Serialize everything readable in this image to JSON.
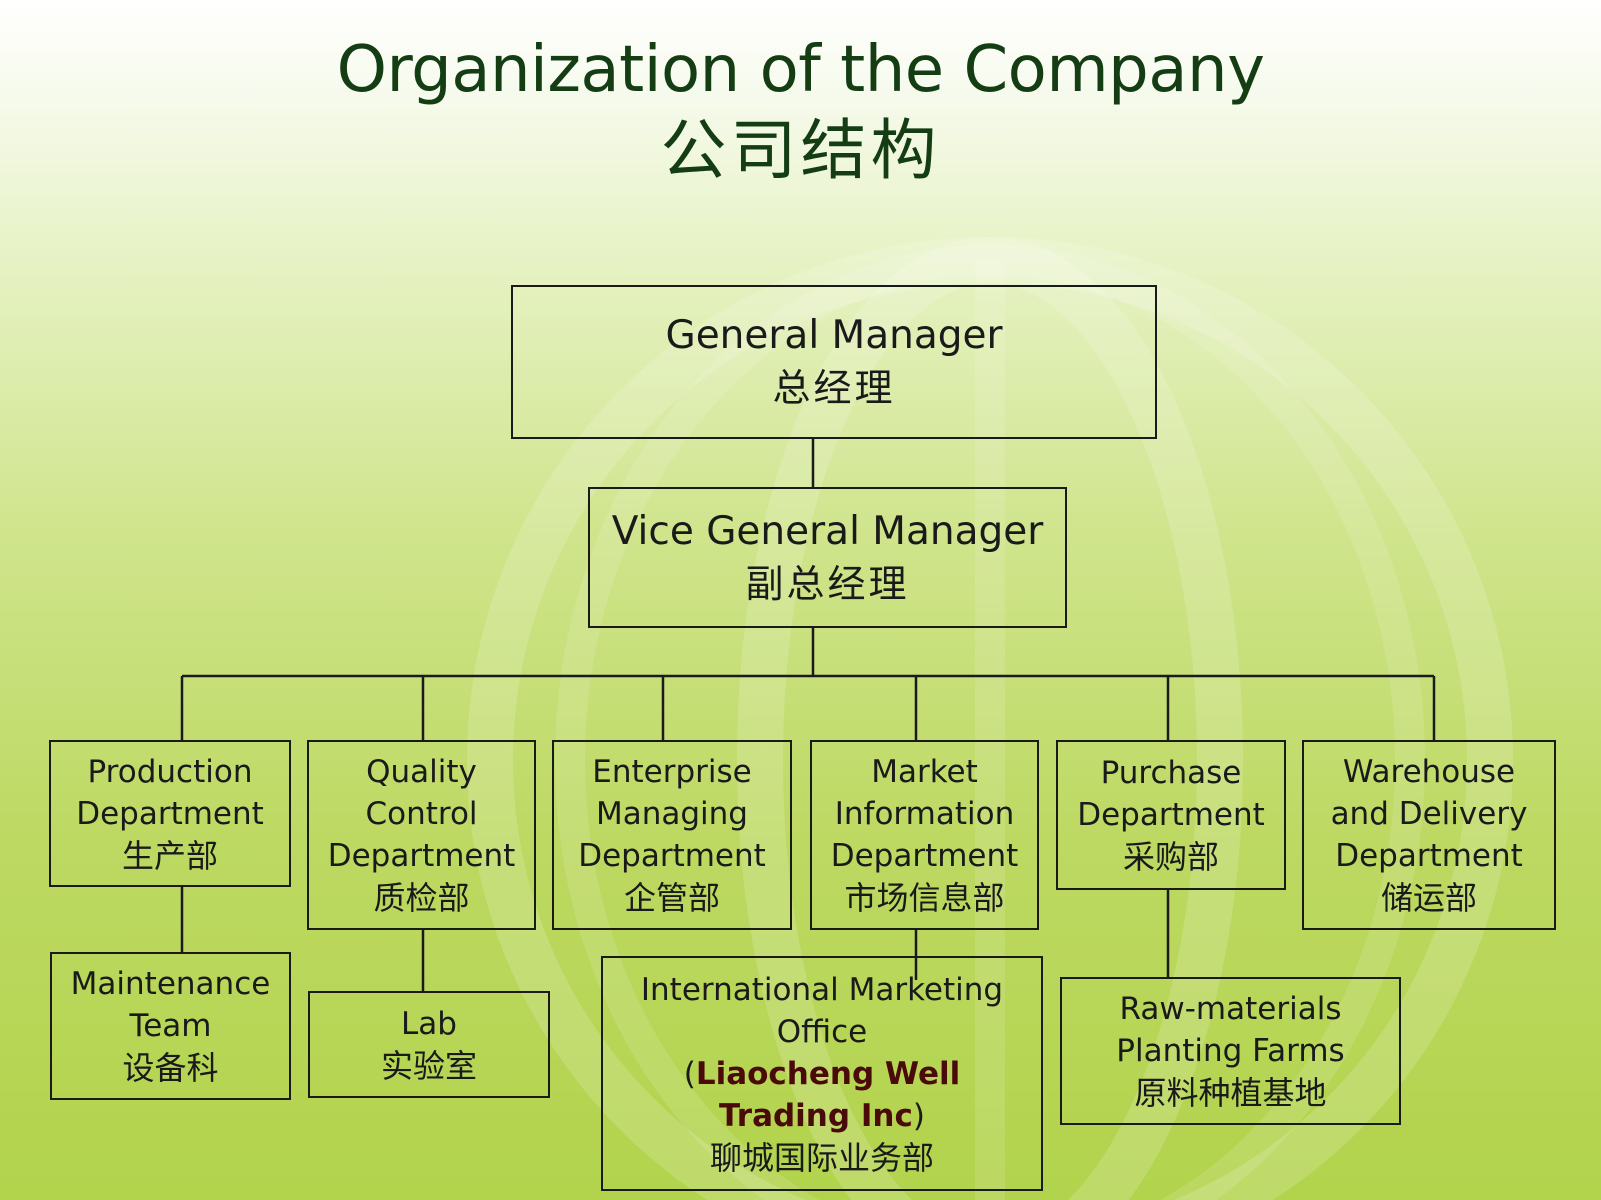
{
  "title": {
    "english": "Organization of the Company",
    "chinese": "公司结构"
  },
  "nodes": {
    "general_manager": {
      "en": "General Manager",
      "zh": "总经理"
    },
    "vice_general_manager": {
      "en": "Vice General Manager",
      "zh": "副总经理"
    },
    "production": {
      "en_1": "Production",
      "en_2": "Department",
      "zh": "生产部"
    },
    "quality_control": {
      "en_1": "Quality",
      "en_2": "Control",
      "en_3": "Department",
      "zh": "质检部"
    },
    "enterprise_managing": {
      "en_1": "Enterprise",
      "en_2": "Managing",
      "en_3": "Department",
      "zh": "企管部"
    },
    "market_information": {
      "en_1": "Market",
      "en_2": "Information",
      "en_3": "Department",
      "zh": "市场信息部"
    },
    "purchase": {
      "en_1": "Purchase",
      "en_2": "Department",
      "zh": "采购部"
    },
    "warehouse_delivery": {
      "en_1": "Warehouse",
      "en_2": "and Delivery",
      "en_3": "Department",
      "zh": "储运部"
    },
    "maintenance_team": {
      "en_1": "Maintenance",
      "en_2": "Team",
      "zh": "设备科"
    },
    "lab": {
      "en": "Lab",
      "zh": "实验室"
    },
    "international_marketing": {
      "en_1": "International Marketing",
      "en_2": "Office",
      "paren_open": "(",
      "brand_1": "Liaocheng Well",
      "brand_2": "Trading Inc",
      "paren_close": ")",
      "zh": "聊城国际业务部"
    },
    "raw_materials": {
      "en_1": "Raw-materials",
      "en_2": "Planting Farms",
      "zh": "原料种植基地"
    }
  },
  "colors": {
    "title": "#143d14",
    "box_border": "#1a1a1a",
    "brand_text": "#4a0a0a",
    "background_top": "#ffffff",
    "background_bottom": "#b2d34c"
  }
}
